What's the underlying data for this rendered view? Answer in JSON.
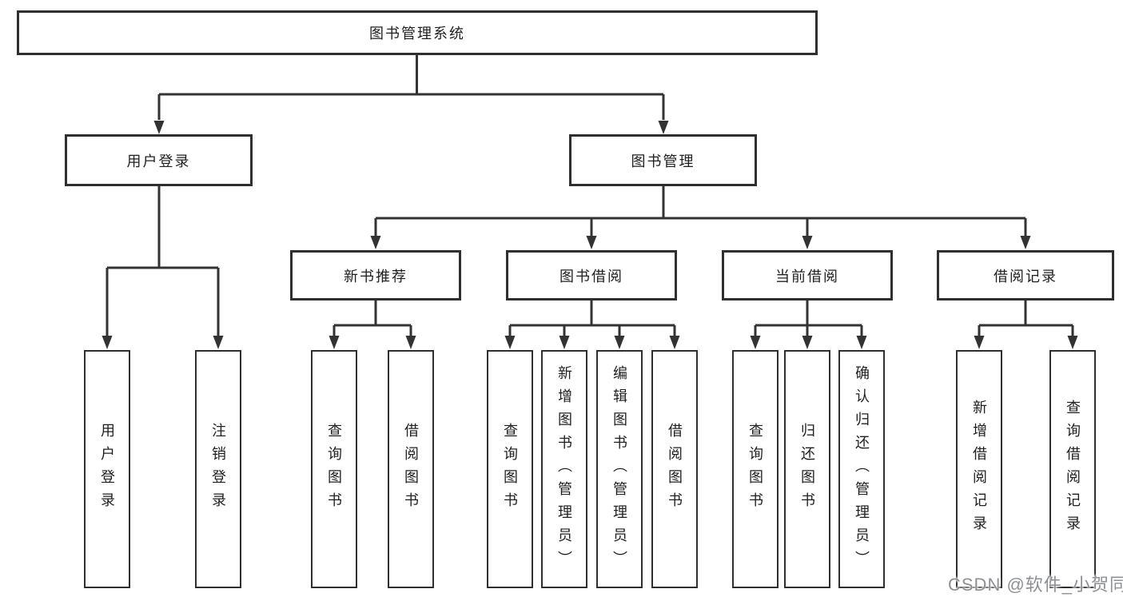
{
  "diagram_title": "图书管理系统",
  "watermark": "CSDN @软件_小贺同学",
  "colors": {
    "line": "#333333",
    "box_border": "#2f2f2f",
    "box_background": "#ffffff",
    "text": "#1f1f1f",
    "watermark_text": "#8d9095"
  },
  "tree": {
    "root_label": "图书管理系统",
    "branches": [
      {
        "label": "用户登录",
        "leaves": [
          "用户登录",
          "注销登录"
        ]
      },
      {
        "label": "图书管理",
        "groups": [
          {
            "label": "新书推荐",
            "leaves": [
              "查询图书",
              "借阅图书"
            ]
          },
          {
            "label": "图书借阅",
            "leaves": [
              "查询图书",
              "新增图书（管理员）",
              "编辑图书（管理员）",
              "借阅图书"
            ]
          },
          {
            "label": "当前借阅",
            "leaves": [
              "查询图书",
              "归还图书",
              "确认归还（管理员）"
            ]
          },
          {
            "label": "借阅记录",
            "leaves": [
              "新增借阅记录",
              "查询借阅记录"
            ]
          }
        ]
      }
    ]
  }
}
